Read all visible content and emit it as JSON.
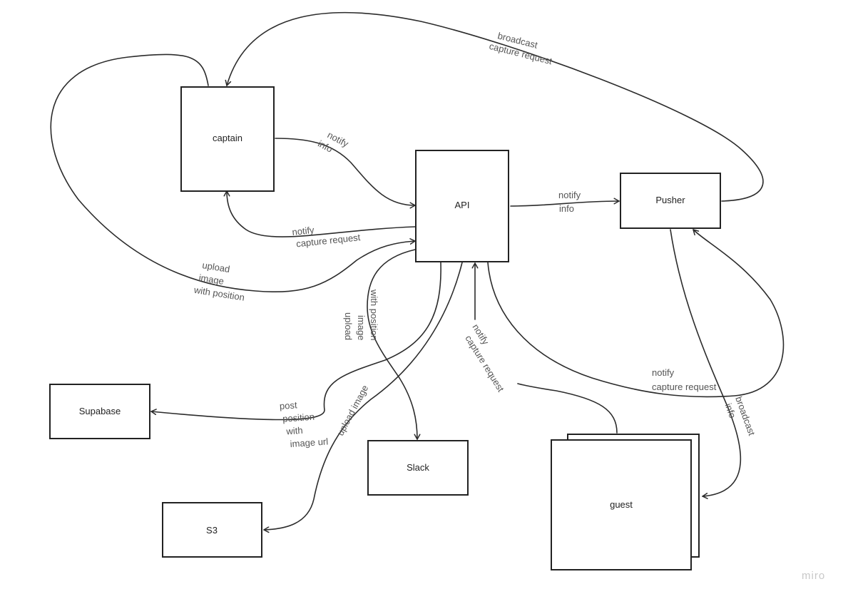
{
  "nodes": {
    "captain": "captain",
    "api": "API",
    "pusher": "Pusher",
    "supabase": "Supabase",
    "slack": "Slack",
    "s3": "S3",
    "guest": "guest"
  },
  "edges": {
    "broadcast_capture_request": [
      "broadcast",
      "capture request"
    ],
    "captain_notify_info": [
      "notify",
      "info"
    ],
    "api_notify_capture_request": [
      "notify",
      "capture request"
    ],
    "captain_upload_image": [
      "upload",
      "image",
      "with position"
    ],
    "api_pusher_notify_info": [
      "notify",
      "info"
    ],
    "slack_upload_image": [
      "upload",
      "image",
      "with position"
    ],
    "guest_notify_capture_request": [
      "notify",
      "capture request"
    ],
    "api_pusher_notify_capture_request": [
      "notify",
      "capture request"
    ],
    "pusher_guest_broadcast_info": [
      "broadcast",
      "info"
    ],
    "supabase_post_position": [
      "post",
      "position",
      "with",
      "image url"
    ],
    "s3_upload_image": [
      "upload image"
    ]
  },
  "watermark": "miro"
}
